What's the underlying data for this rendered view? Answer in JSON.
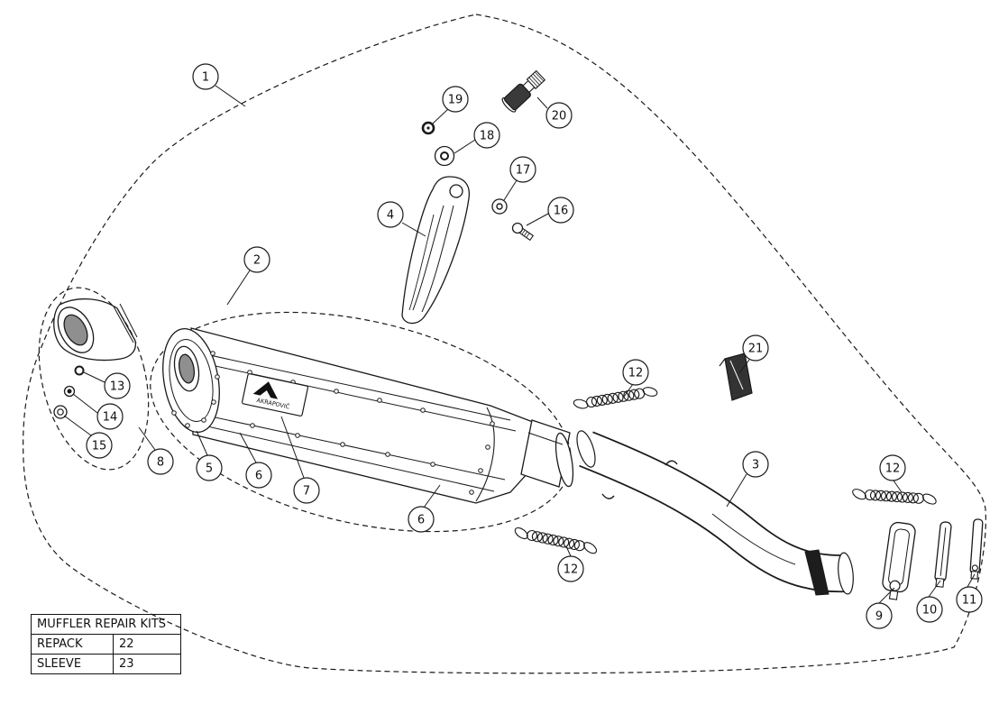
{
  "page": {
    "background": "#ffffff",
    "ink": "#1a1a1a",
    "description": "Exploded parts diagram of motorcycle slip-on muffler and link pipe"
  },
  "brand": {
    "name": "AKRAPOVIČ"
  },
  "table": {
    "title": "MUFFLER REPAIR KITS",
    "rows": [
      [
        "REPACK",
        "22"
      ],
      [
        "SLEEVE",
        "23"
      ]
    ]
  },
  "callouts": [
    {
      "label": "1"
    },
    {
      "label": "2"
    },
    {
      "label": "3"
    },
    {
      "label": "4"
    },
    {
      "label": "5"
    },
    {
      "label": "6"
    },
    {
      "label": "6"
    },
    {
      "label": "7"
    },
    {
      "label": "8"
    },
    {
      "label": "9"
    },
    {
      "label": "10"
    },
    {
      "label": "11"
    },
    {
      "label": "12"
    },
    {
      "label": "12"
    },
    {
      "label": "12"
    },
    {
      "label": "13"
    },
    {
      "label": "14"
    },
    {
      "label": "15"
    },
    {
      "label": "16"
    },
    {
      "label": "17"
    },
    {
      "label": "18"
    },
    {
      "label": "19"
    },
    {
      "label": "20"
    },
    {
      "label": "21"
    }
  ]
}
